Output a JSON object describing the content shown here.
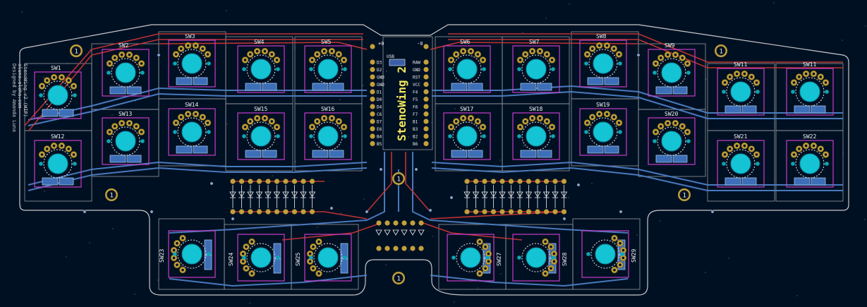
{
  "board": {
    "title": "StenoWing 2",
    "side_text": [
      "Designed by Amanda Luna",
      "aluna.aloha.com",
      "StenoWing v2 (WIP)"
    ],
    "mounting_hole_label": "1"
  },
  "colors": {
    "background": "#001023",
    "outline": "#c8c8c8",
    "front_copper": "#c83434",
    "back_copper": "#4d7fc4",
    "pad_gold": "#c2a03a",
    "via": "#3a7fd0",
    "switch_hole": "#14c4d4",
    "silkscreen": "#f0f0f0",
    "keycap_outline": "#c83cc8",
    "label_yellow": "#f2e85a"
  },
  "switches": [
    {
      "label": "SW1"
    },
    {
      "label": "SW2"
    },
    {
      "label": "SW3"
    },
    {
      "label": "SW4"
    },
    {
      "label": "SW5"
    },
    {
      "label": "SW6"
    },
    {
      "label": "SW7"
    },
    {
      "label": "SW8"
    },
    {
      "label": "SW9"
    },
    {
      "label": "SW11"
    },
    {
      "label": "SW11"
    },
    {
      "label": "SW12"
    },
    {
      "label": "SW13"
    },
    {
      "label": "SW14"
    },
    {
      "label": "SW15"
    },
    {
      "label": "SW16"
    },
    {
      "label": "SW17"
    },
    {
      "label": "SW18"
    },
    {
      "label": "SW19"
    },
    {
      "label": "SW20"
    },
    {
      "label": "SW21"
    },
    {
      "label": "SW22"
    },
    {
      "label": "SW23"
    },
    {
      "label": "SW24"
    },
    {
      "label": "SW25"
    },
    {
      "label": "SW27"
    },
    {
      "label": "SW28"
    },
    {
      "label": "SW29"
    }
  ],
  "mcu_pins_left": [
    "D3",
    "D2",
    "GND",
    "GND",
    "D1",
    "D0",
    "D4",
    "C6",
    "D7",
    "E6",
    "B4",
    "B5"
  ],
  "mcu_pins_right": [
    "RAW",
    "GND",
    "RST",
    "VCC",
    "F4",
    "F5",
    "F6",
    "F7",
    "B1",
    "B3",
    "B2",
    "B6"
  ],
  "mcu_top_labels": [
    "+0",
    "-0"
  ],
  "jumper_labels": [
    "USB"
  ]
}
